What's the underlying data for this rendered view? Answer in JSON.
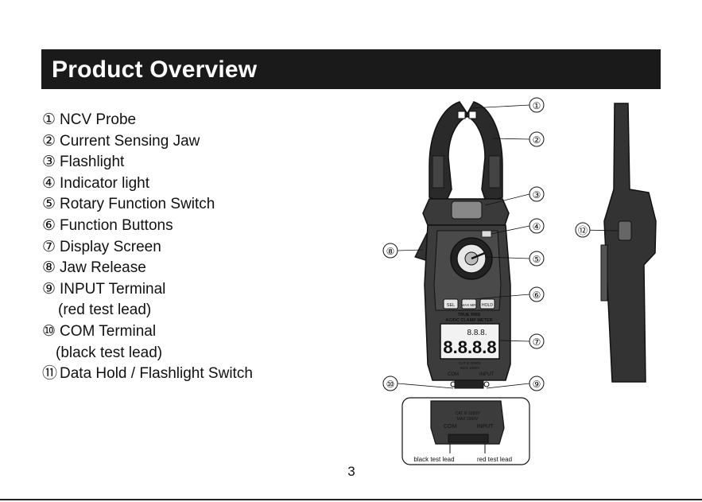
{
  "header": {
    "title": "Product Overview"
  },
  "legend": [
    {
      "num": "①",
      "label": "NCV Probe"
    },
    {
      "num": "②",
      "label": "Current Sensing Jaw"
    },
    {
      "num": "③",
      "label": "Flashlight"
    },
    {
      "num": "④",
      "label": "Indicator light"
    },
    {
      "num": "⑤",
      "label": "Rotary Function Switch"
    },
    {
      "num": "⑥",
      "label": "Function Buttons"
    },
    {
      "num": "⑦",
      "label": "Display Screen"
    },
    {
      "num": "⑧",
      "label": "Jaw Release"
    },
    {
      "num": "⑨",
      "label": "INPUT Terminal"
    },
    {
      "num": "",
      "label": "(red test lead)"
    },
    {
      "num": "⑩",
      "label": "COM Terminal"
    },
    {
      "num": "",
      "label": "(black test lead)"
    },
    {
      "num": "⑪",
      "label": "Data Hold / Flashlight Switch"
    }
  ],
  "callouts": [
    "①",
    "②",
    "③",
    "④",
    "⑤",
    "⑥",
    "⑦",
    "⑧",
    "⑨",
    "⑩",
    "⑫"
  ],
  "device": {
    "brand_line1": "TRUE RMS",
    "brand_line2": "AC/DC CLAMP METER",
    "display_digits": "8.8.8.8",
    "display_small": "8.8.8.",
    "buttons": [
      "SEL",
      "MAX MIN",
      "HOLD"
    ],
    "com_label": "COM",
    "input_label": "INPUT",
    "cat_label": "CAT III 1000V",
    "max_label": "MAX 1000V"
  },
  "inset": {
    "black_lead": "black test lead",
    "red_lead": "red test lead",
    "com_label": "COM",
    "input_label": "INPUT",
    "cat_label": "CAT III 1000V",
    "max_label": "MAX 1000V"
  },
  "page": {
    "number": "3"
  }
}
